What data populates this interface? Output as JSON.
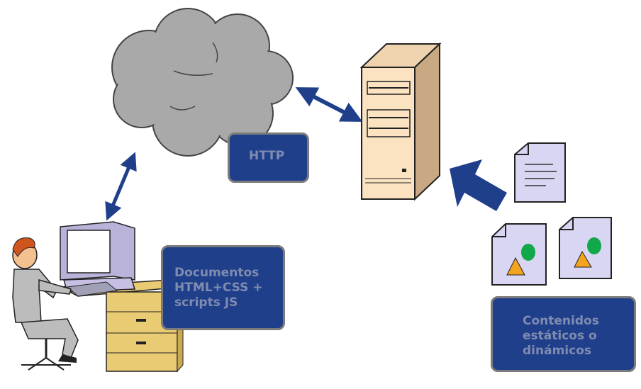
{
  "http_label": "HTTP",
  "client_docs_label": "Documentos\nHTML+CSS +\nscripts JS",
  "server_content_label": "Contenidos\nestáticos o\ndinámicos",
  "colors": {
    "label_background": "#1f3f8b",
    "label_border": "#7b7b7b",
    "label_text": "#7f8cb0",
    "cloud_fill": "#a9a9a9",
    "arrow_blue": "#1f3f8b",
    "server_beige": "#fbe3c2"
  },
  "icons": [
    "cloud-icon",
    "server-icon",
    "user-at-computer-icon",
    "document-text-icon",
    "document-image-icon"
  ]
}
